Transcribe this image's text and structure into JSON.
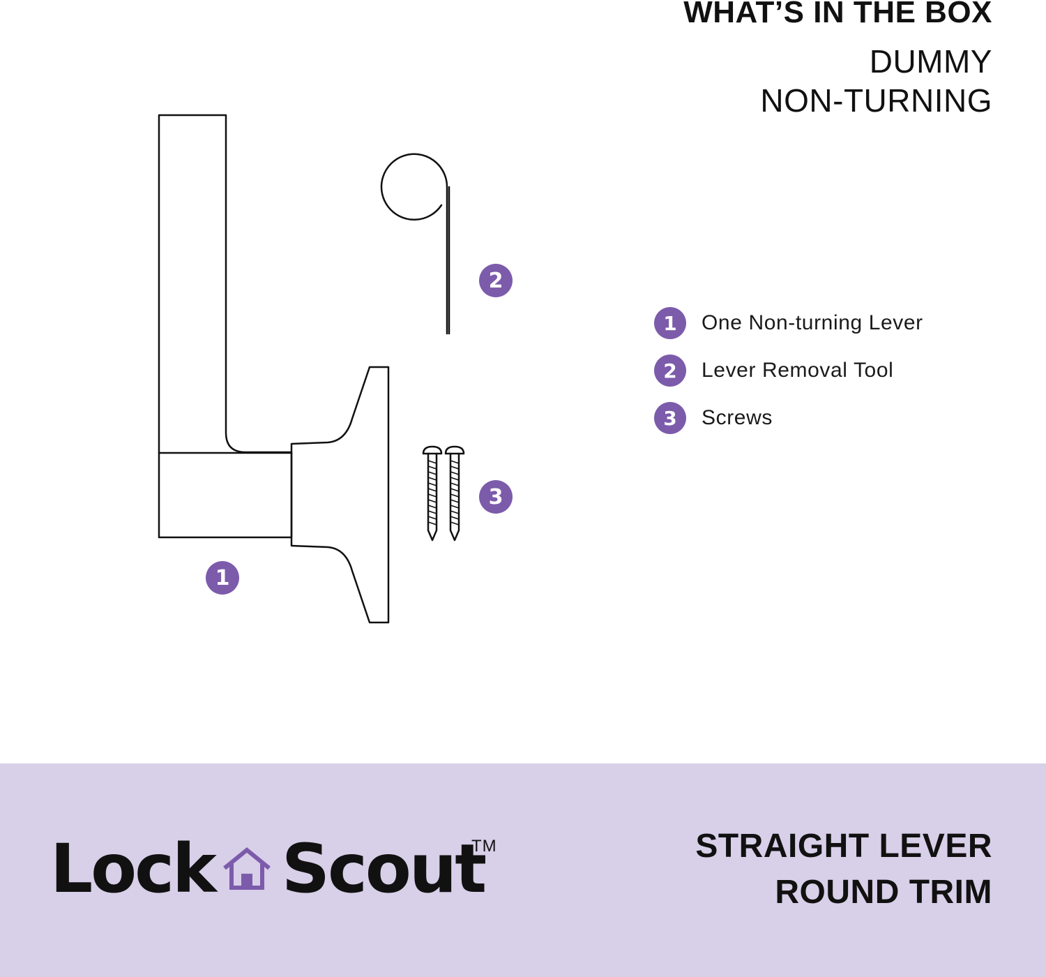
{
  "header": {
    "title": "WHAT’S IN THE BOX",
    "line1": "DUMMY",
    "line2": "NON-TURNING"
  },
  "callouts": {
    "lever": "1",
    "tool": "2",
    "screws": "3"
  },
  "legend": [
    {
      "number": "1",
      "label": "One Non-turning Lever"
    },
    {
      "number": "2",
      "label": "Lever Removal Tool"
    },
    {
      "number": "3",
      "label": "Screws"
    }
  ],
  "brand": {
    "name_part1": "Lock",
    "name_part2": "Scout",
    "trademark": "TM",
    "logo_icon": "house-icon"
  },
  "product": {
    "line1": "STRAIGHT LEVER",
    "line2": "ROUND TRIM"
  },
  "colors": {
    "accent": "#7c5bab",
    "footer_bg": "#d8cfe8",
    "text": "#111111"
  }
}
